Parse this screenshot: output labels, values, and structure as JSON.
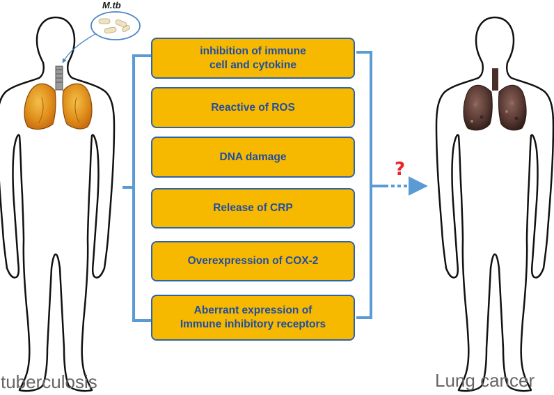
{
  "left_figure": {
    "label": "tuberculosis",
    "pathogen_label": "M.tb"
  },
  "right_figure": {
    "label": "Lung cancer"
  },
  "connector": {
    "symbol": "?"
  },
  "mechanisms": [
    "inhibition of immune\ncell and cytokine",
    "Reactive of ROS",
    "DNA damage",
    "Release of CRP",
    "Overexpression of COX-2",
    "Aberrant expression of\nImmune inhibitory receptors"
  ],
  "colors": {
    "box_fill": "#f7b800",
    "box_border": "#2f63a8",
    "box_text": "#1f4ea3",
    "bracket": "#5b9bd5",
    "question_mark": "#e8252a",
    "lung_tb": "#e39a1a",
    "lung_cancer": "#5a3a34"
  },
  "icons": [
    "human-silhouette",
    "bacteria-bubble",
    "tb-lungs",
    "cancer-lungs",
    "arrow-right",
    "question-mark"
  ]
}
